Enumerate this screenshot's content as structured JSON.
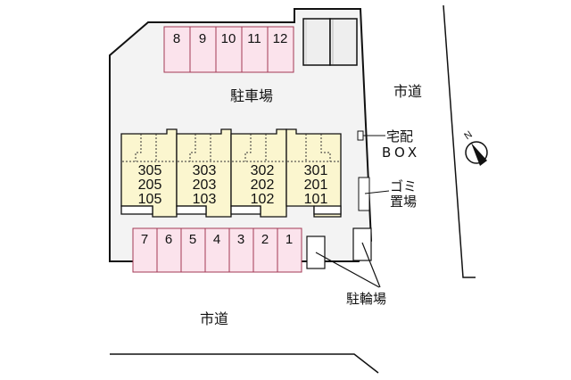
{
  "colors": {
    "lot_fill": "#f3f3f3",
    "parking_fill": "#fbe3ec",
    "parking_stroke": "#a33a55",
    "building_fill": "#fbf6cf",
    "outline": "#111111"
  },
  "labels": {
    "parking_lot": "駐車場",
    "road_east": "市道",
    "road_south": "市道",
    "delivery_box_line1": "宅配",
    "delivery_box_line2": "BOX",
    "garbage_line1": "ゴミ",
    "garbage_line2": "置場",
    "bicycle_parking": "駐輪場",
    "north": "N"
  },
  "parking_top": [
    "8",
    "9",
    "10",
    "11",
    "12"
  ],
  "parking_bottom": [
    "7",
    "6",
    "5",
    "4",
    "3",
    "2",
    "1"
  ],
  "buildings": [
    {
      "floor3": "305",
      "floor2": "205",
      "floor1": "105"
    },
    {
      "floor3": "303",
      "floor2": "203",
      "floor1": "103"
    },
    {
      "floor3": "302",
      "floor2": "202",
      "floor1": "102"
    },
    {
      "floor3": "301",
      "floor2": "201",
      "floor1": "101"
    }
  ]
}
